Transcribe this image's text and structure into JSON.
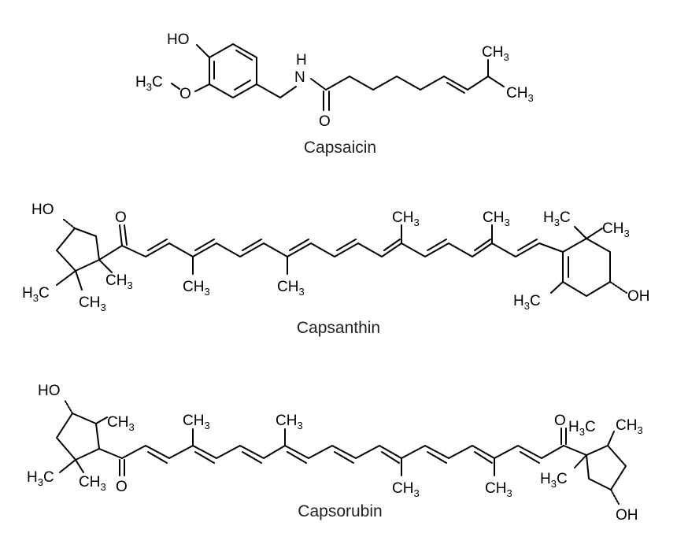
{
  "colors": {
    "background": "#ffffff",
    "ink": "#000000"
  },
  "molecules": [
    {
      "name": "Capsaicin",
      "labels": {
        "hydroxyl": "HO",
        "amine": "H",
        "nitrogen": "N",
        "carbonyl_o": "O",
        "methoxy_o": "O"
      }
    },
    {
      "name": "Capsanthin",
      "labels": {
        "ho_left": "HO",
        "carbonyl_o": "O",
        "oh_right": "OH"
      }
    },
    {
      "name": "Capsorubin",
      "labels": {
        "ho_left": "HO",
        "carbonyl_o_left": "O",
        "carbonyl_o_right": "O",
        "oh_right": "OH"
      }
    }
  ]
}
